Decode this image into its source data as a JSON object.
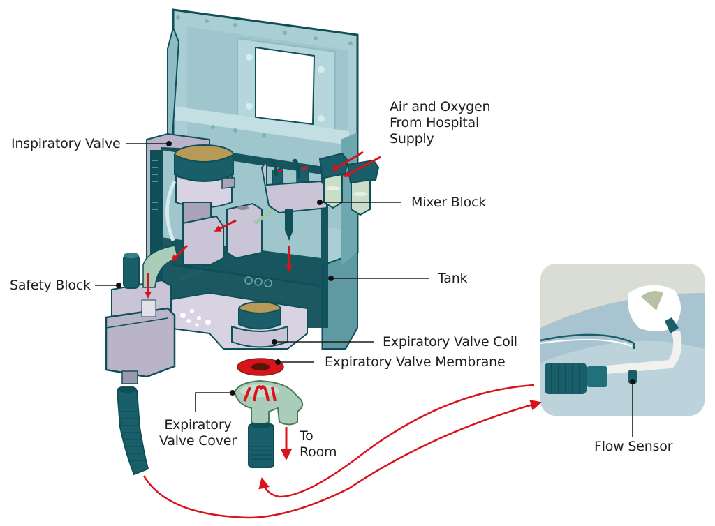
{
  "diagram": {
    "title": "Ventilator components and gas flow",
    "colors": {
      "frame": "#a9cfd4",
      "frame_dark": "#2f6f78",
      "outline": "#0f4f57",
      "component_gray": "#b9b4c8",
      "component_dark": "#0f4f57",
      "brass": "#b89a58",
      "flow_arrow": "#d8131b",
      "filter_green": "#c9ddc8",
      "hose_teal": "#1a5e69",
      "patient_bg": "#d9ddd4",
      "patient_blanket": "#a7c4d0"
    },
    "labels": {
      "inspiratory_valve": "Inspiratory Valve",
      "air_oxygen": "Air and Oxygen\nFrom Hospital\nSupply",
      "mixer_block": "Mixer Block",
      "safety_block": "Safety Block",
      "tank": "Tank",
      "expiratory_valve_coil": "Expiratory Valve Coil",
      "expiratory_valve_membrane": "Expiratory Valve Membrane",
      "expiratory_valve_cover": "Expiratory\nValve Cover",
      "to_room": "To\nRoom",
      "flow_sensor": "Flow Sensor"
    }
  }
}
